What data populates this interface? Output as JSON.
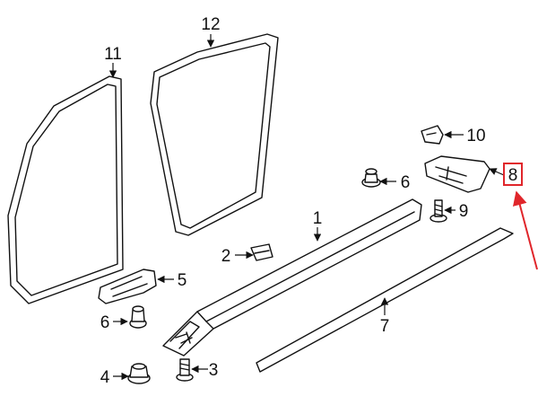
{
  "diagram": {
    "callouts": {
      "c1": "1",
      "c2": "2",
      "c3": "3",
      "c4": "4",
      "c5": "5",
      "c6a": "6",
      "c6b": "6",
      "c7": "7",
      "c8": "8",
      "c9": "9",
      "c10": "10",
      "c11": "11",
      "c12": "12"
    },
    "highlight": {
      "target": "8",
      "color": "#e0262b"
    }
  }
}
